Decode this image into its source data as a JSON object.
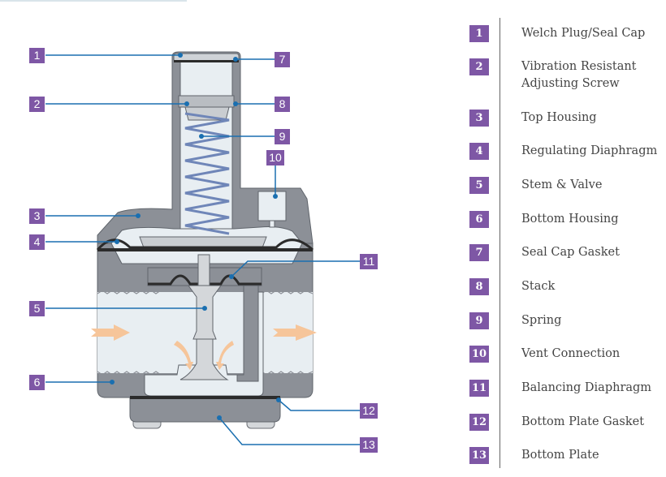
{
  "title": "Gas Pressure Regulator Cross-Section",
  "colors": {
    "badge": "#7e57a5",
    "leader_line": "#1a6fb0",
    "housing": "#8c9097",
    "housing_dark": "#5f646b",
    "interior": "#e8eef2",
    "spring": "#6f86b8",
    "gasket": "#2b2b2b",
    "flow_arrow": "#f6c59a"
  },
  "callouts": [
    {
      "number": "1",
      "label": "Welch Plug/Seal Cap"
    },
    {
      "number": "2",
      "label": "Vibration Resistant\nAdjusting Screw"
    },
    {
      "number": "3",
      "label": "Top Housing"
    },
    {
      "number": "4",
      "label": "Regulating Diaphragm"
    },
    {
      "number": "5",
      "label": "Stem & Valve"
    },
    {
      "number": "6",
      "label": "Bottom Housing"
    },
    {
      "number": "7",
      "label": "Seal Cap Gasket"
    },
    {
      "number": "8",
      "label": "Stack"
    },
    {
      "number": "9",
      "label": "Spring"
    },
    {
      "number": "10",
      "label": "Vent Connection"
    },
    {
      "number": "11",
      "label": "Balancing Diaphragm"
    },
    {
      "number": "12",
      "label": "Bottom Plate Gasket"
    },
    {
      "number": "13",
      "label": "Bottom Plate"
    }
  ]
}
